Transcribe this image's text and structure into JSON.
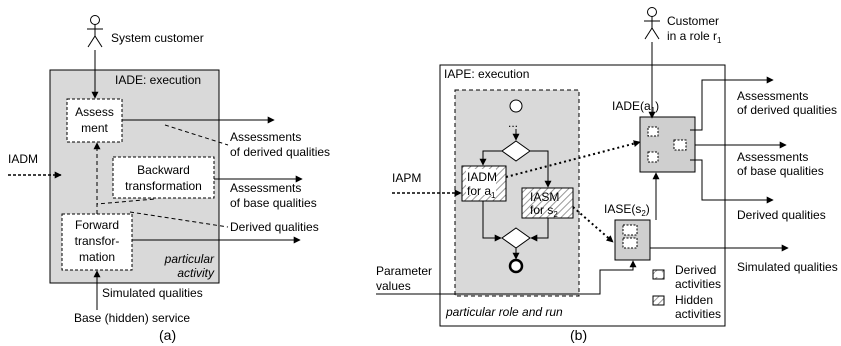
{
  "left": {
    "actor": "System customer",
    "frame_title": "IADE: execution",
    "input": "IADM",
    "assessment_l1": "Assess",
    "assessment_l2": "ment",
    "backward_l1": "Backward",
    "backward_l2": "transformation",
    "forward_l1": "Forward",
    "forward_l2": "transfor-",
    "forward_l3": "mation",
    "activity_l1": "particular",
    "activity_l2": "activity",
    "out_derived_assess_l1": "Assessments",
    "out_derived_assess_l2": "of derived qualities",
    "out_base_assess_l1": "Assessments",
    "out_base_assess_l2": "of base qualities",
    "out_derived": "Derived qualities",
    "simulated": "Simulated qualities",
    "base_service": "Base (hidden) service",
    "caption": "(a)"
  },
  "right": {
    "actor_l1": "Customer",
    "actor_l2": "in a role r",
    "actor_sub": "1",
    "frame_title": "IAPE: execution",
    "input": "IAPM",
    "iadm_l1": "IADM",
    "iadm_l2": "for a",
    "iadm_sub": "1",
    "iasm_l1": "IASM",
    "iasm_l2": "for s",
    "iasm_sub": "2",
    "iade_prefix": "IADE(a",
    "iade_sub": "1",
    "iade_suffix": ")",
    "iase_prefix": "IASE(s",
    "iase_sub": "2",
    "iase_suffix": ")",
    "out_derived_assess_l1": "Assessments",
    "out_derived_assess_l2": "of derived qualities",
    "out_base_assess_l1": "Assessments",
    "out_base_assess_l2": "of base qualities",
    "out_derived": "Derived qualities",
    "out_simulated": "Simulated qualities",
    "param_l1": "Parameter",
    "param_l2": "values",
    "run_label": "particular role and run",
    "legend_derived_l1": "Derived",
    "legend_derived_l2": "activities",
    "legend_hidden_l1": "Hidden",
    "legend_hidden_l2": "activities",
    "caption": "(b)"
  },
  "colors": {
    "frame_fill": "#d9d9d9",
    "inner_fill": "#ffffff",
    "stroke": "#000000"
  }
}
